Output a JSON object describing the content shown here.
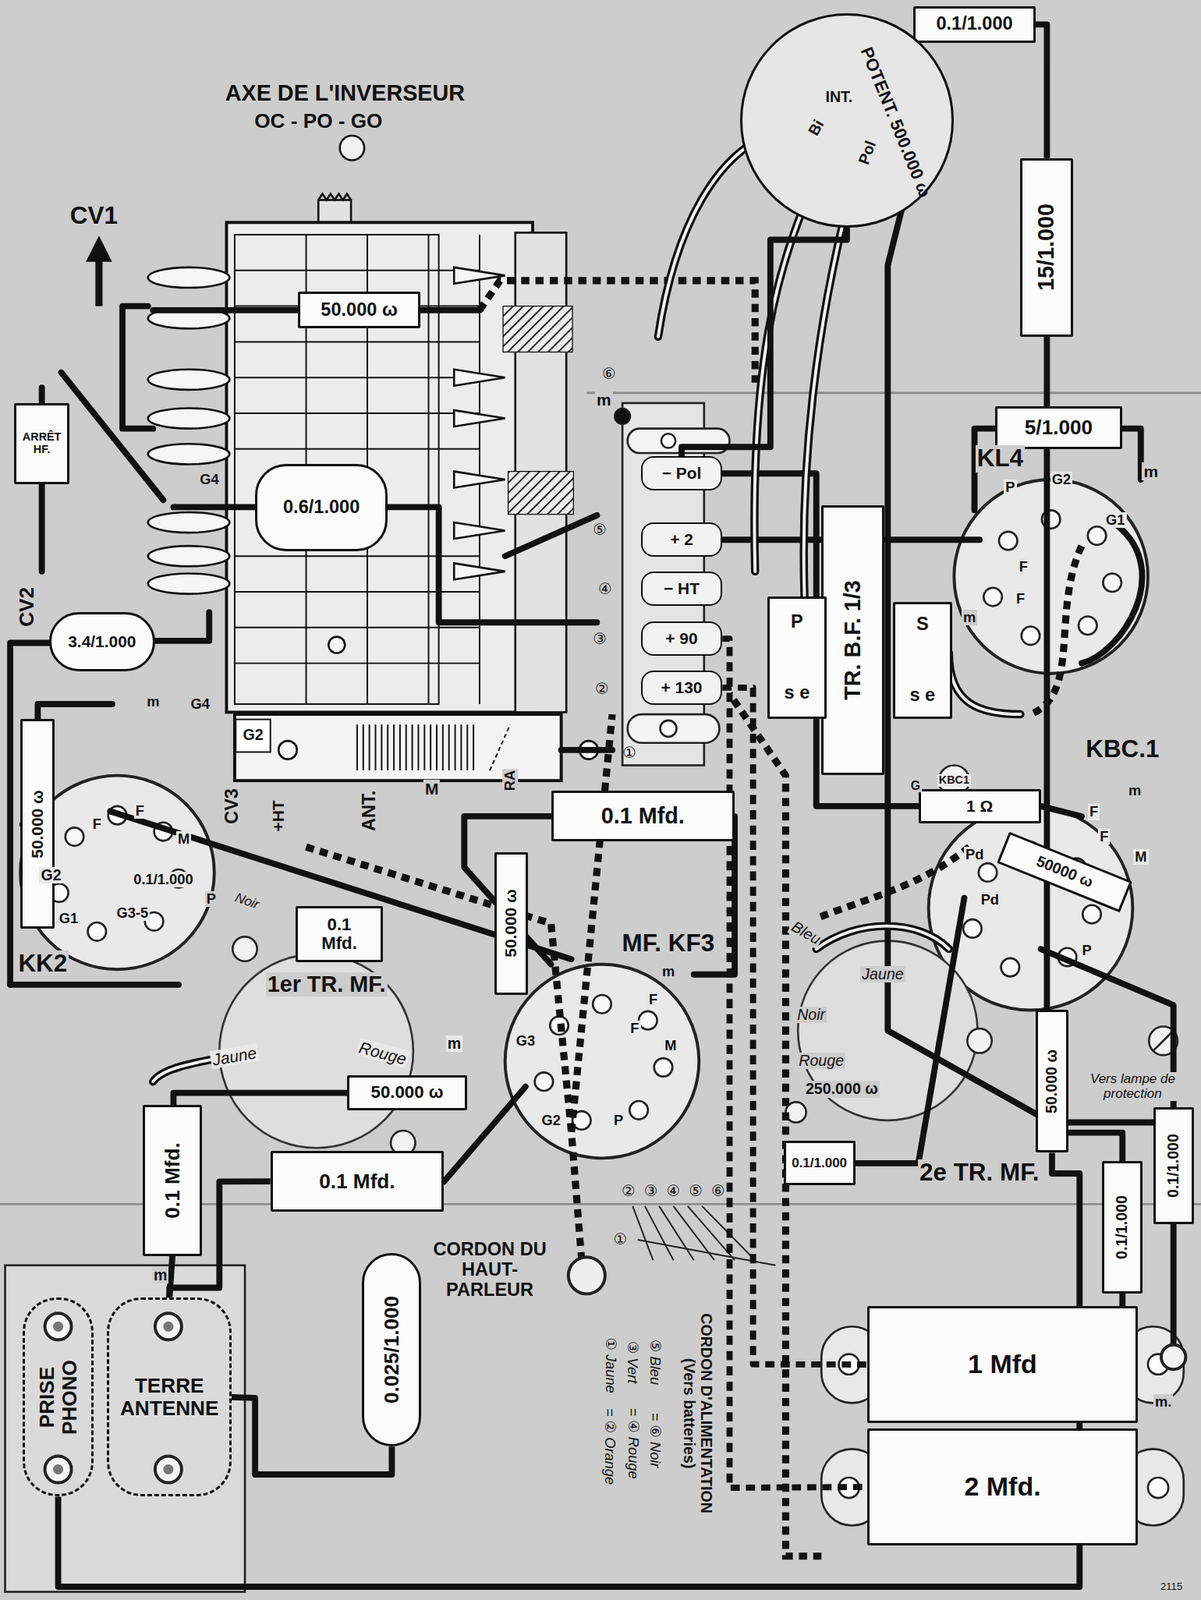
{
  "diagram": {
    "nodes": [
      {
        "text": [
          "0.1/1.000"
        ]
      },
      {
        "text": [
          "POTENT. 500.000 ω",
          "INT."
        ]
      },
      {
        "text": [
          "15/1.000"
        ]
      },
      {
        "text": [
          "5/1.000"
        ]
      },
      {
        "text": [
          "50.000 ω"
        ]
      },
      {
        "text": [
          "ARRÊT HF."
        ]
      },
      {
        "text": [
          "0.6/1.000"
        ]
      },
      {
        "text": [
          "3.4/1.000"
        ]
      },
      {
        "text": [
          "− Pol"
        ]
      },
      {
        "text": [
          "+ 2"
        ]
      },
      {
        "text": [
          "− HT"
        ]
      },
      {
        "text": [
          "+ 90"
        ]
      },
      {
        "text": [
          "+ 130"
        ]
      },
      {
        "text": [
          "TR. B.F. 1/3"
        ]
      },
      {
        "text": [
          "P",
          "s e"
        ]
      },
      {
        "text": [
          "S",
          "s e"
        ]
      },
      {
        "text": [
          "1 Ω"
        ]
      },
      {
        "text": [
          "50000 ω"
        ]
      },
      {
        "text": [
          "50.000 ω"
        ]
      },
      {
        "text": [
          "0.1 Mfd."
        ]
      },
      {
        "text": [
          "0.1 Mfd."
        ]
      },
      {
        "text": [
          "50.000 ω"
        ]
      },
      {
        "text": [
          "50.000 ω"
        ]
      },
      {
        "text": [
          "0.1 Mfd."
        ]
      },
      {
        "text": [
          "0.1 Mfd."
        ]
      },
      {
        "text": [
          "50.000 ω"
        ]
      },
      {
        "text": [
          "0.1/1.000"
        ]
      },
      {
        "text": [
          "0.1/1.000"
        ]
      },
      {
        "text": [
          "0.1/1.000"
        ]
      },
      {
        "text": [
          "0.025/1.000"
        ]
      },
      {
        "text": [
          "1 Mfd"
        ]
      },
      {
        "text": [
          "2 Mfd."
        ]
      },
      {
        "text": [
          "PRISE PHONO"
        ]
      },
      {
        "text": [
          "TERRE ANTENNE"
        ]
      }
    ],
    "edges": [
      {
        "from": 0,
        "to": 2,
        "arrow": "none"
      },
      {
        "from": 1,
        "to": 8,
        "arrow": "none"
      },
      {
        "from": 23,
        "to": 33,
        "arrow": "none"
      },
      {
        "from": 24,
        "to": 33,
        "arrow": "none"
      },
      {
        "from": 29,
        "to": 33,
        "arrow": "none"
      },
      {
        "from": 32,
        "to": 25,
        "arrow": "none"
      },
      {
        "from": 12,
        "to": 30,
        "arrow": "none"
      },
      {
        "from": 11,
        "to": 31,
        "arrow": "none"
      }
    ],
    "labels": [
      "AXE DE L'INVERSEUR",
      "OC - PO - GO",
      "CV1",
      "CV2",
      "Bi",
      "Pol",
      "m",
      "G4",
      "KL4",
      "P",
      "G2",
      "G1",
      "m",
      "F",
      "F",
      "m",
      "G2",
      "G4",
      "m",
      "F",
      "F",
      "M",
      "G2",
      "G1",
      "0.1/1.000",
      "G3-5",
      "P",
      "KK2",
      "CV3",
      "+HT",
      "ANT.",
      "M",
      "RA",
      "KBC1",
      "G",
      "KBC.1",
      "m",
      "F",
      "F",
      "M",
      "Pd",
      "Pd",
      "P",
      "Noir",
      "1er TR. MF.",
      "MF. KF3",
      "m",
      "Jaune",
      "Rouge",
      "m",
      "G3",
      "F",
      "F",
      "M",
      "G2",
      "P",
      "Bleu",
      "Jaune",
      "Noir",
      "Rouge",
      "250.000 ω",
      "2e TR. MF.",
      "Vers lampe de protection",
      "CORDON DU HAUT-PARLEUR",
      "CORDON D'ALIMENTATION (Vers batteries)",
      "① Jaune",
      "= ② Orange",
      "③ Vert",
      "= ④ Rouge",
      "⑤ Bleu",
      "= ⑥ Noir",
      "⑥",
      "⑤",
      "④",
      "③",
      "②",
      "①",
      "②",
      "③",
      "④",
      "⑤",
      "⑥",
      "①",
      "2115",
      "m",
      "m."
    ]
  }
}
